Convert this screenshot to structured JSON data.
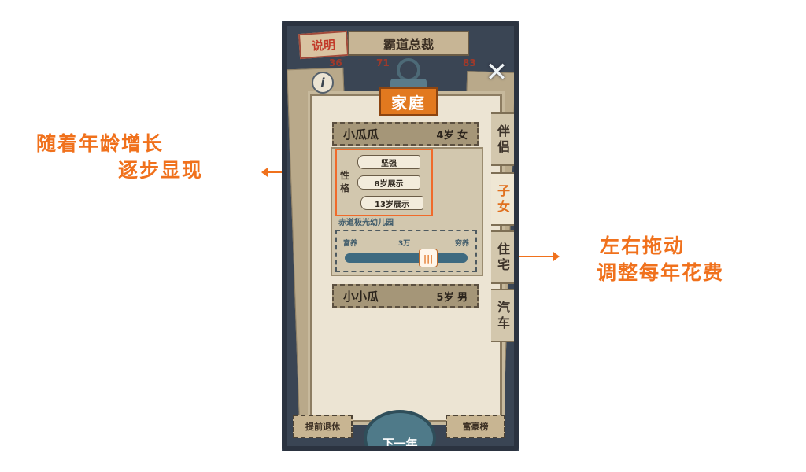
{
  "annotations": {
    "left_line1": "随着年龄增长",
    "left_line2": "逐步显现",
    "right_line1": "左右拖动",
    "right_line2": "调整每年花费"
  },
  "header": {
    "explain_label": "说明",
    "title": "霸道总裁",
    "stats": [
      "36",
      "71",
      "83"
    ]
  },
  "panel": {
    "title": "家庭",
    "info_icon": "info-icon",
    "close_icon": "close-icon"
  },
  "tabs": [
    {
      "label": "伴\n侣",
      "active": false
    },
    {
      "label": "子\n女",
      "active": true
    },
    {
      "label": "住\n宅",
      "active": false
    },
    {
      "label": "汽\n车",
      "active": false
    }
  ],
  "children": [
    {
      "name": "小瓜瓜",
      "age_gender": "4岁 女"
    },
    {
      "name": "小小瓜",
      "age_gender": "5岁 男"
    }
  ],
  "traits": {
    "label": "性格",
    "items": [
      "坚强",
      "8岁展示",
      "13岁展示"
    ]
  },
  "school": "赤道极光幼儿园",
  "slider": {
    "left_label": "富养",
    "value_label": "3万",
    "right_label": "穷养",
    "position_pct": 68
  },
  "footer": {
    "retire_label": "提前退休",
    "next_year_label": "下一年",
    "rank_label": "富豪榜"
  },
  "colors": {
    "accent": "#f0711c",
    "active_tab": "#e0701f",
    "slider_track": "#3e6a80"
  }
}
